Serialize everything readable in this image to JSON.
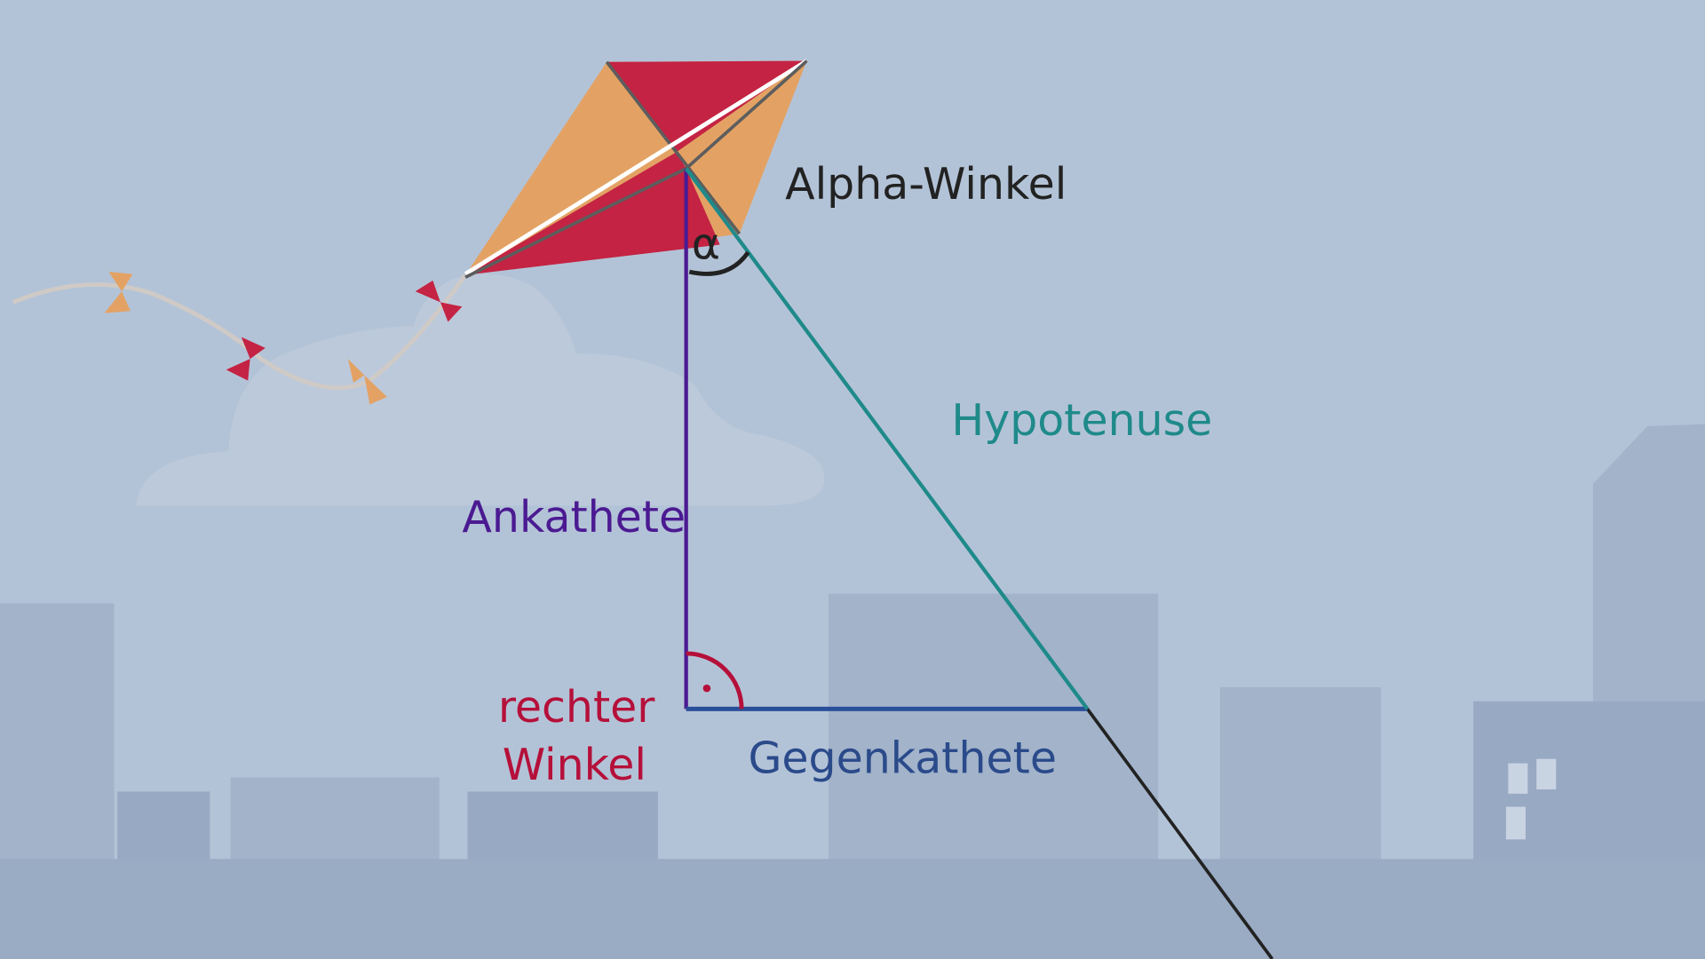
{
  "labels": {
    "alpha_angle": "Alpha-Winkel",
    "alpha_symbol": "α",
    "hypotenuse": "Hypotenuse",
    "adjacent": "Ankathete",
    "right_angle_line1": "rechter",
    "right_angle_line2": "Winkel",
    "opposite": "Gegenkathete"
  },
  "colors": {
    "background": "#b3c3d7",
    "kite_red": "#c42343",
    "kite_orange": "#e3a264",
    "adjacent": "#4b1a92",
    "hypotenuse": "#1f8a8a",
    "opposite": "#2a4f9a",
    "right_angle": "#b5103a",
    "text_dark": "#222222"
  }
}
